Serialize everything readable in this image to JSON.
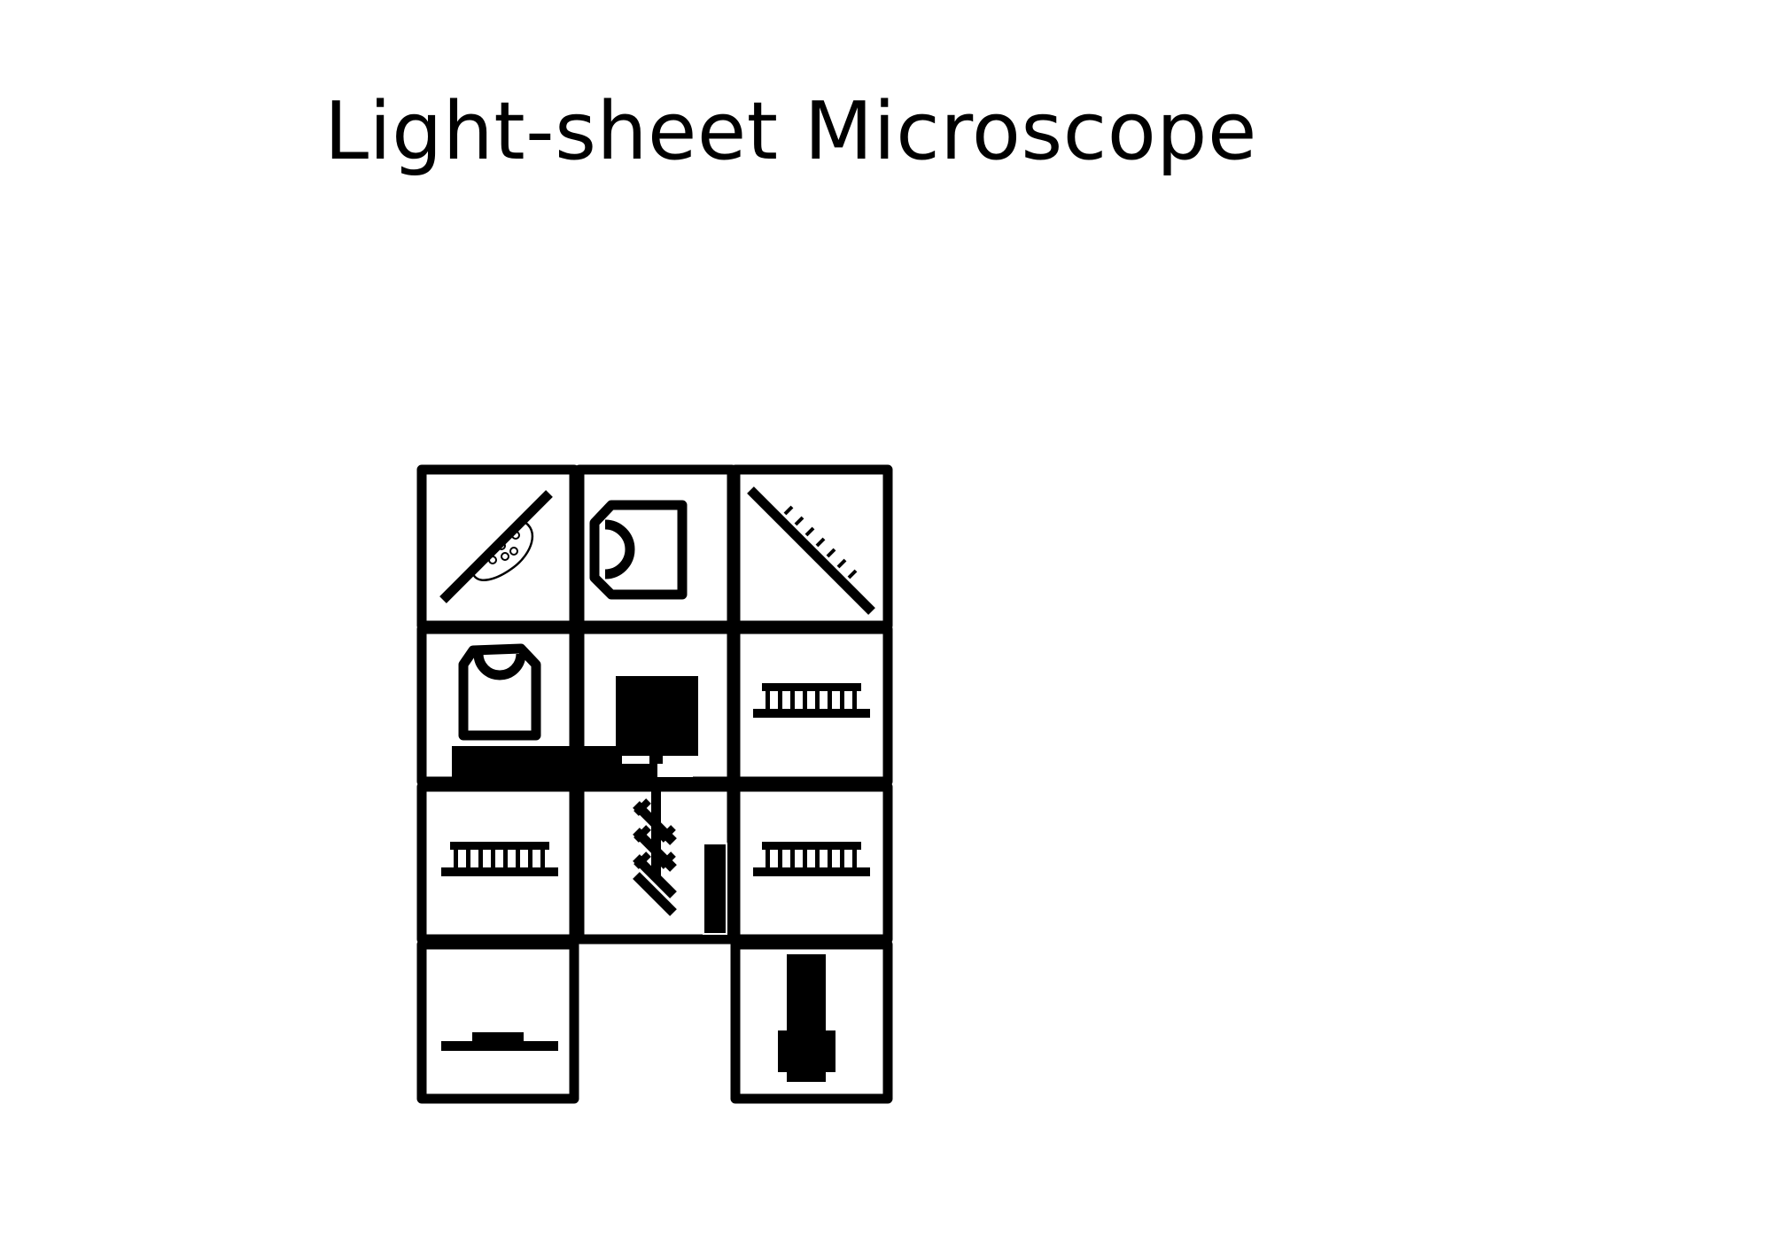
{
  "title": "Light-sheet Microscope",
  "colors": {
    "ink": "#000000",
    "background": "#ffffff"
  },
  "components": [
    {
      "slot": "row1-col1",
      "icon": "sample-on-slide-icon"
    },
    {
      "slot": "row1-col2",
      "icon": "illumination-objective-icon"
    },
    {
      "slot": "row1-col3",
      "icon": "diffraction-grating-icon"
    },
    {
      "slot": "row2-col1",
      "icon": "detection-objective-icon"
    },
    {
      "slot": "row2-col2",
      "icon": "light-source-icon"
    },
    {
      "slot": "row2-col3",
      "icon": "lens-icon"
    },
    {
      "slot": "row3-col1",
      "icon": "lens-icon"
    },
    {
      "slot": "row3-col2",
      "icon": "beam-steering-mirrors-icon"
    },
    {
      "slot": "row3-col3",
      "icon": "lens-icon"
    },
    {
      "slot": "row4-col1",
      "icon": "filter-icon"
    },
    {
      "slot": "row4-col3",
      "icon": "camera-icon"
    }
  ]
}
